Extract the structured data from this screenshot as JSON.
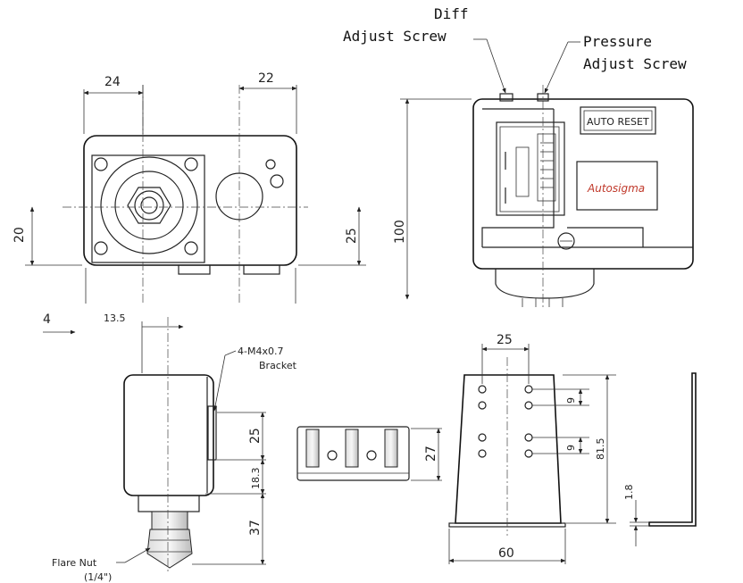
{
  "callouts": {
    "diff_line1": "Diff",
    "diff_line2": "Adjust Screw",
    "pressure_line1": "Pressure",
    "pressure_line2": "Adjust Screw",
    "bracket_line1": "4-M4x0.7",
    "bracket_line2": "Bracket",
    "flare_line1": "Flare Nut",
    "flare_line2": "(1/4\")"
  },
  "panel": {
    "auto_reset": "AUTO RESET",
    "brand": "Autosigma"
  },
  "dimensions": {
    "top_24": "24",
    "top_22": "22",
    "left_20": "20",
    "right_25": "25",
    "height_100": "100",
    "four": "4",
    "side_13_5": "13.5",
    "side_25": "25",
    "side_18_3": "18.3",
    "side_37": "37",
    "bracket_27": "27",
    "bracket_25": "25",
    "bracket_9a": "9",
    "bracket_9b": "9",
    "bracket_81_5": "81.5",
    "bracket_60": "60",
    "plate_1_8": "1.8"
  }
}
